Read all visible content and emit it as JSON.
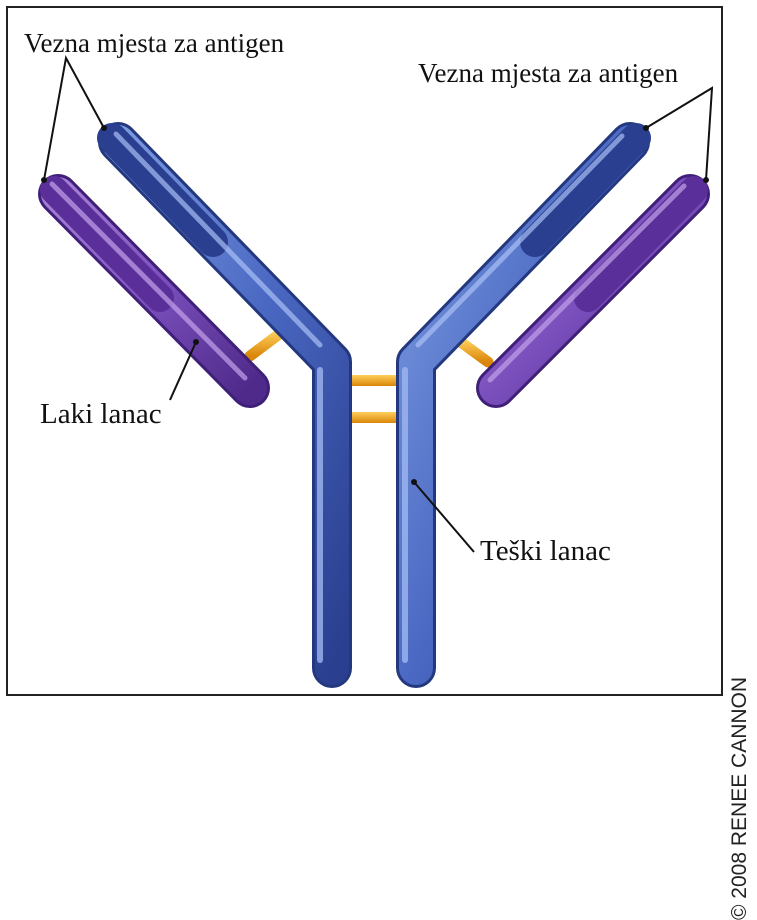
{
  "labels": {
    "antigen_left": "Vezna mjesta za antigen",
    "antigen_right": "Vezna mjesta za antigen",
    "light_chain": "Laki lanac",
    "heavy_chain": "Teški lanac"
  },
  "copyright": "© 2008 RENEE CANNON",
  "colors": {
    "heavy_chain": "#3f5fb8",
    "heavy_chain_light": "#7b9ae0",
    "heavy_chain_dark": "#2a3f8f",
    "light_chain": "#6a3fa8",
    "light_chain_light": "#a57fd6",
    "disulfide_bond": "#f0a020",
    "line": "#111111"
  }
}
